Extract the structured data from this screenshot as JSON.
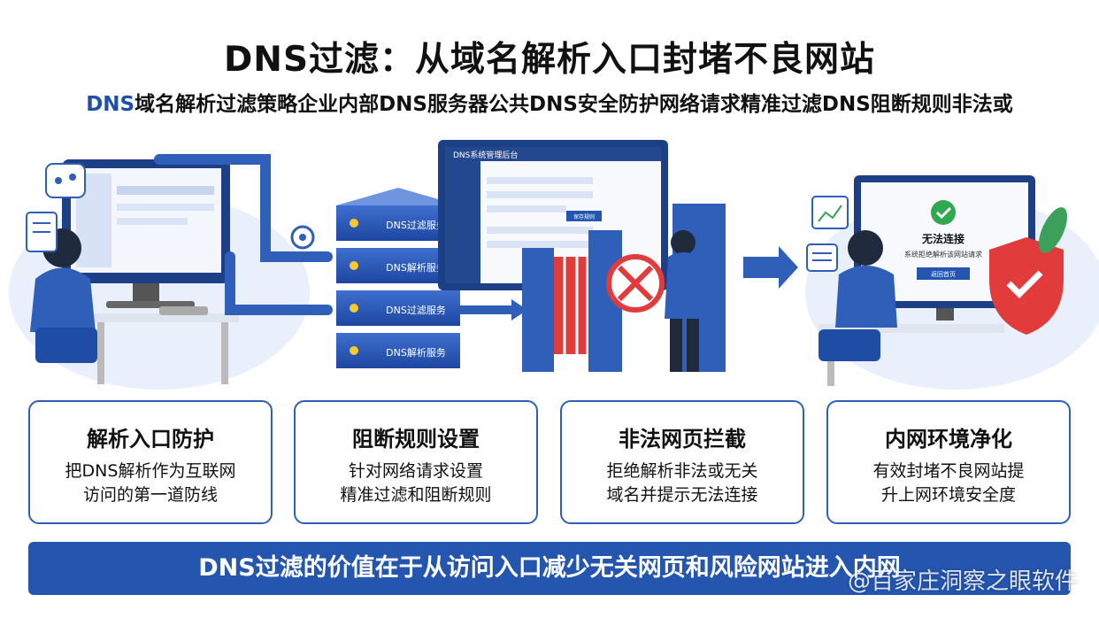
{
  "header": {
    "title": "DNS过滤：从域名解析入口封堵不良网站",
    "subtitle_dns": "DNS",
    "subtitle_rest": "域名解析过滤策略企业内部DNS服务器公共DNS安全防护网络请求精准过滤DNS阻断规则非法或"
  },
  "illustration": {
    "server_labels": [
      "DNS过滤服务",
      "DNS解析服务",
      "DNS过滤服务",
      "DNS解析服务"
    ],
    "dashboard_title": "DNS系统管理后台",
    "blocked_screen_title": "无法连接",
    "blocked_screen_message": "系统拒绝解析该网站请求",
    "blocked_screen_button": "返回首页",
    "dashboard_button": "保存规则",
    "colors": {
      "accent": "#2456b0",
      "danger": "#e23b3b",
      "success": "#2fa84f"
    }
  },
  "cards": [
    {
      "title": "解析入口防护",
      "line1": "把DNS解析作为互联网",
      "line2": "访问的第一道防线"
    },
    {
      "title": "阻断规则设置",
      "line1": "针对网络请求设置",
      "line2": "精准过滤和阻断规则"
    },
    {
      "title": "非法网页拦截",
      "line1": "拒绝解析非法或无关",
      "line2": "域名并提示无法连接"
    },
    {
      "title": "内网环境净化",
      "line1": "有效封堵不良网站提",
      "line2": "升上网环境安全度"
    }
  ],
  "footer": {
    "banner": "DNS过滤的价值在于从访问入口减少无关网页和风险网站进入内网",
    "watermark": "@百家庄洞察之眼软件"
  }
}
